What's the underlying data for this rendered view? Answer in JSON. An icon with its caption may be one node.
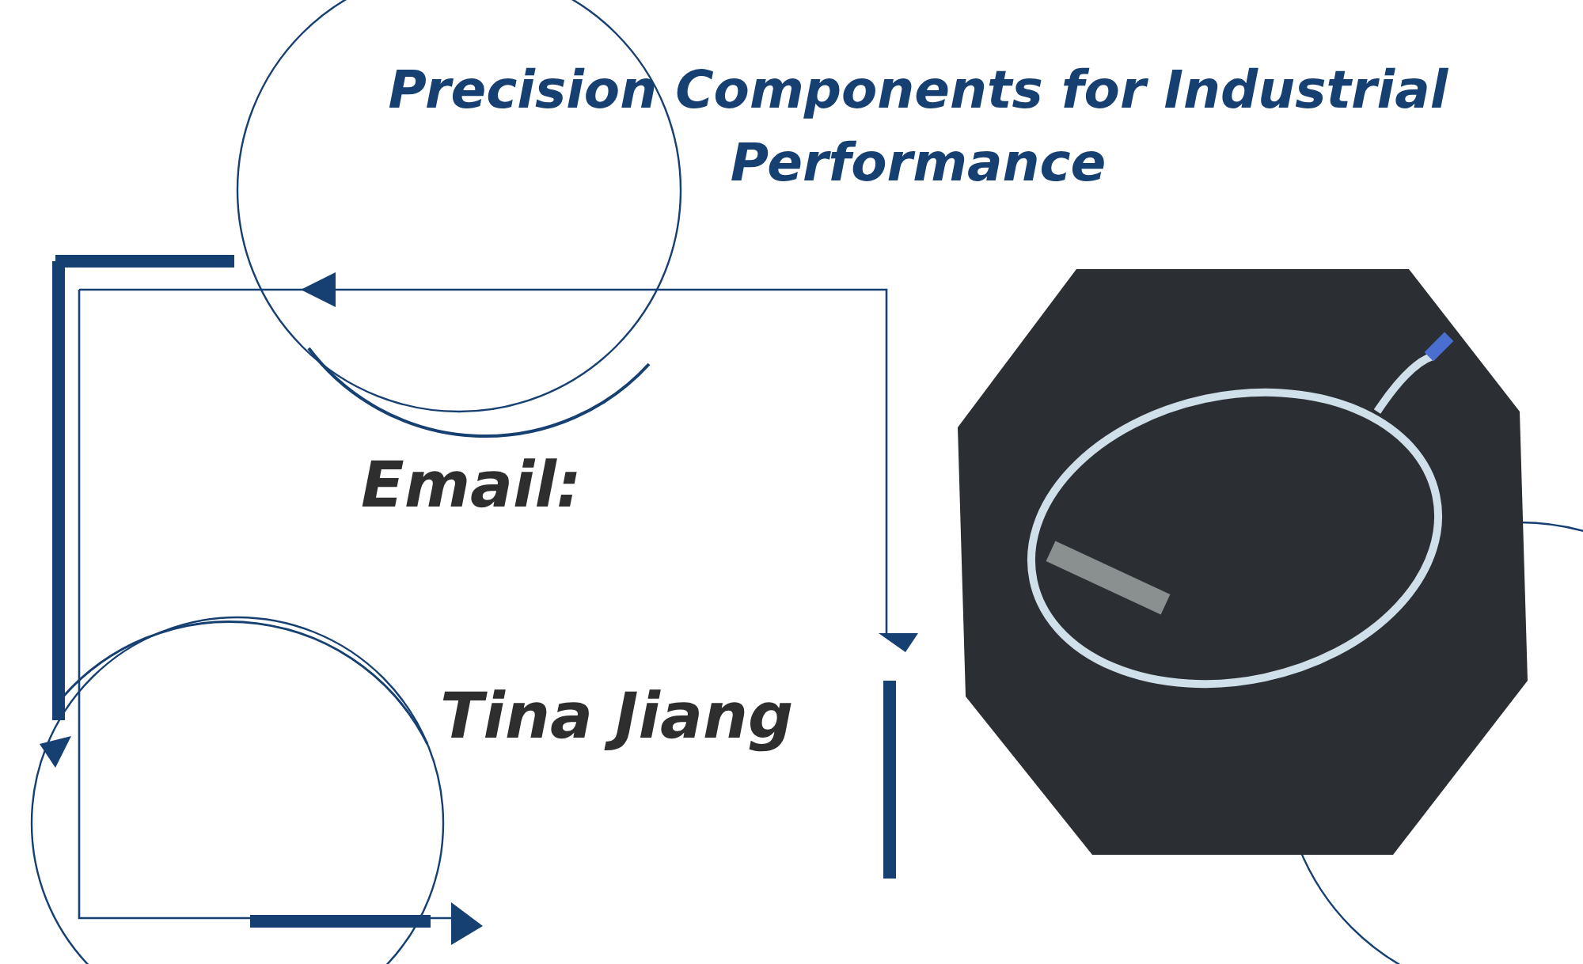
{
  "diagram": {
    "title": "Precision Components for Industrial Performance",
    "labels": [
      "Email:",
      "Tina Jiang"
    ]
  }
}
